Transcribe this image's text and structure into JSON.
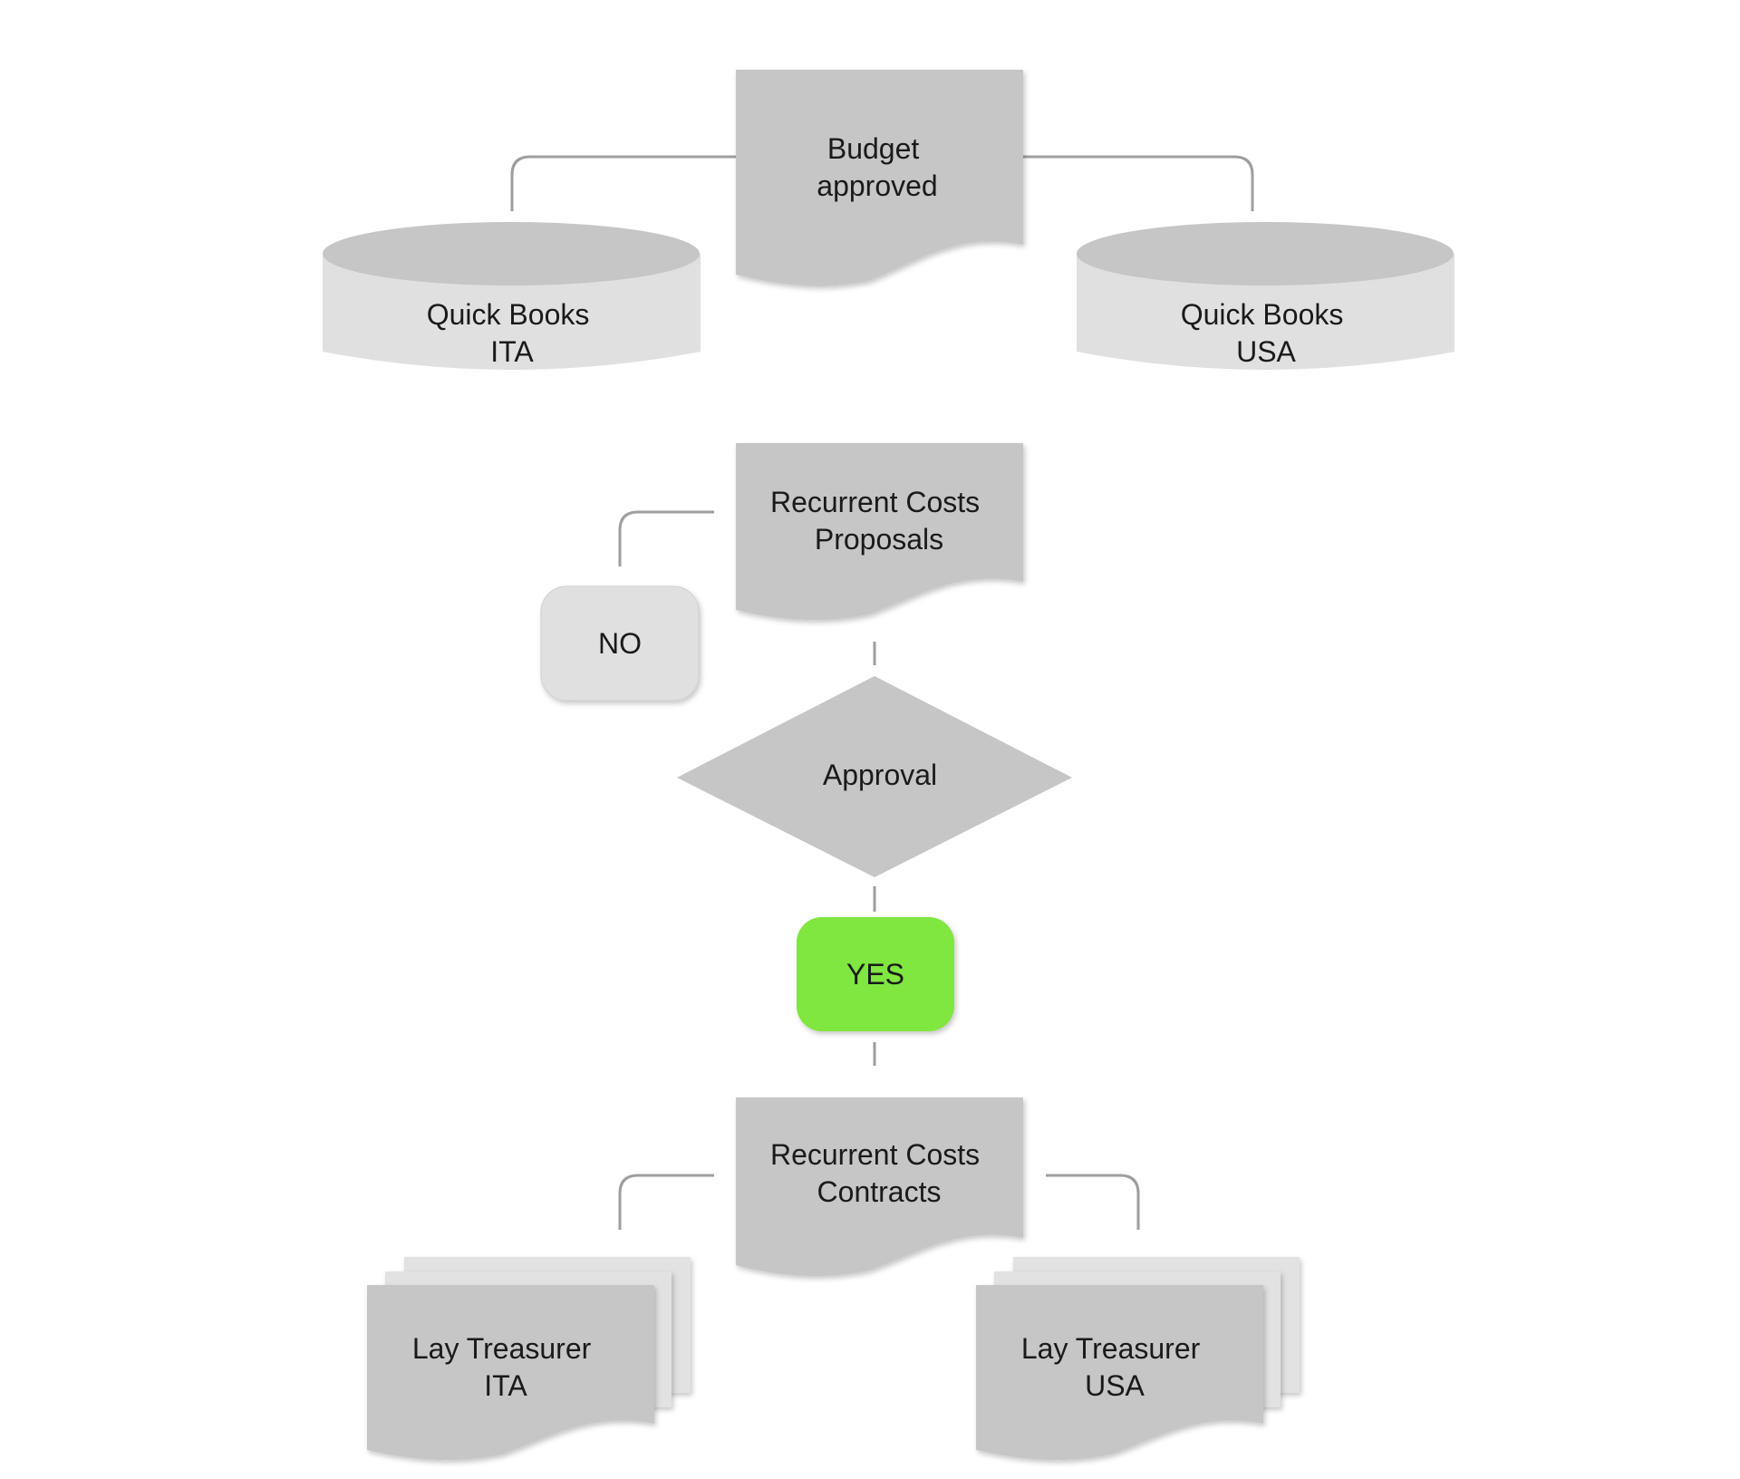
{
  "colors": {
    "shape_dark": "#c6c6c6",
    "shape_light": "#e0e0e0",
    "connector": "#9e9e9e",
    "yes_green": "#80e641",
    "text": "#1a1a1a"
  },
  "nodes": {
    "budget": [
      "Budget",
      "approved"
    ],
    "qb_ita": [
      "Quick Books",
      "ITA"
    ],
    "qb_usa": [
      "Quick Books",
      "USA"
    ],
    "proposals": [
      "Recurrent Costs",
      "Proposals"
    ],
    "no": "NO",
    "approval": "Approval",
    "yes": "YES",
    "contracts": [
      "Recurrent Costs",
      "Contracts"
    ],
    "lay_ita": [
      "Lay Treasurer",
      "ITA"
    ],
    "lay_usa": [
      "Lay Treasurer",
      "USA"
    ]
  }
}
